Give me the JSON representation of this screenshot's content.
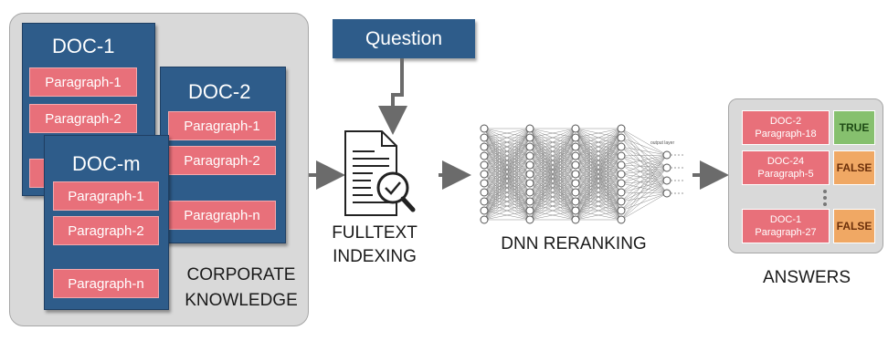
{
  "corporate_knowledge": {
    "label_line1": "CORPORATE",
    "label_line2": "KNOWLEDGE",
    "docs": [
      {
        "title": "DOC-1",
        "paragraphs": [
          "Paragraph-1",
          "Paragraph-2"
        ]
      },
      {
        "title": "DOC-2",
        "paragraphs": [
          "Paragraph-1",
          "Paragraph-2",
          "Paragraph-n"
        ]
      },
      {
        "title": "DOC-m",
        "paragraphs": [
          "Paragraph-1",
          "Paragraph-2",
          "Paragraph-n"
        ]
      }
    ]
  },
  "question": "Question",
  "fulltext": {
    "line1": "FULLTEXT",
    "line2": "INDEXING",
    "icon": "document-search-icon"
  },
  "dnn": {
    "label": "DNN RERANKING",
    "icon": "neural-network-icon",
    "output_layer_caption": "output layer"
  },
  "answers": {
    "label": "ANSWERS",
    "items": [
      {
        "doc": "DOC-2",
        "paragraph": "Paragraph-18",
        "verdict": "TRUE"
      },
      {
        "doc": "DOC-24",
        "paragraph": "Paragraph-5",
        "verdict": "FALSE"
      },
      {
        "doc": "DOC-1",
        "paragraph": "Paragraph-27",
        "verdict": "FALSE"
      }
    ]
  },
  "colors": {
    "doc_blue": "#2e5c8a",
    "paragraph_pink": "#e8707a",
    "panel_gray": "#d9d9d9",
    "true_green": "#86c06e",
    "false_orange": "#f0a864",
    "arrow_gray": "#6b6b6b"
  }
}
